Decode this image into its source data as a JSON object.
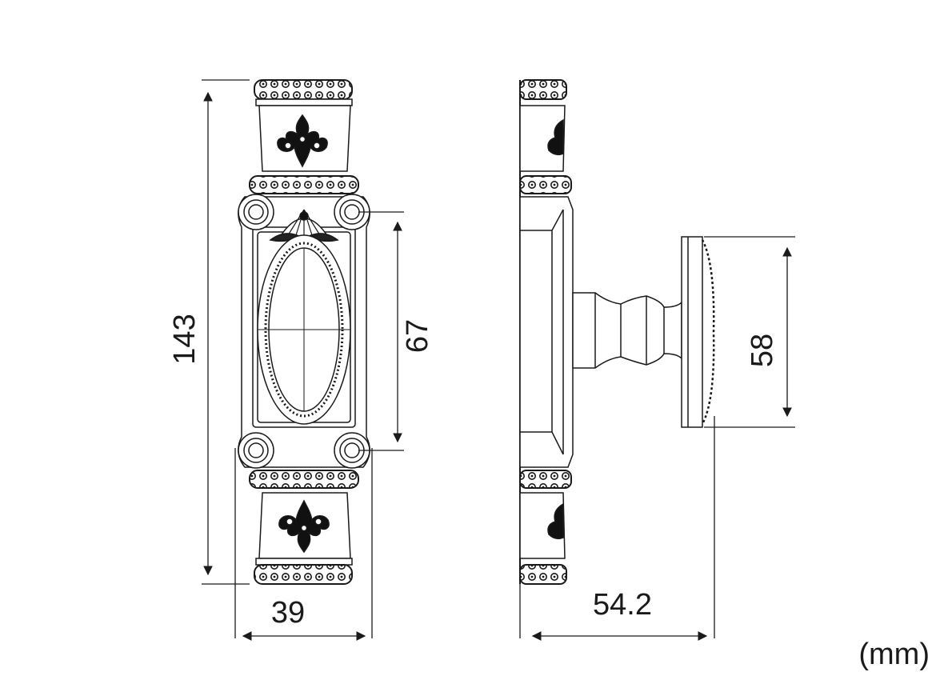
{
  "dimensions": {
    "front_height": "143",
    "front_width": "39",
    "hole_spacing": "67",
    "projection": "54.2",
    "knob_diameter": "58"
  },
  "units": "(mm)",
  "colors": {
    "line": "#1a1a1a",
    "ornament": "#111111",
    "fill": "#ffffff"
  }
}
